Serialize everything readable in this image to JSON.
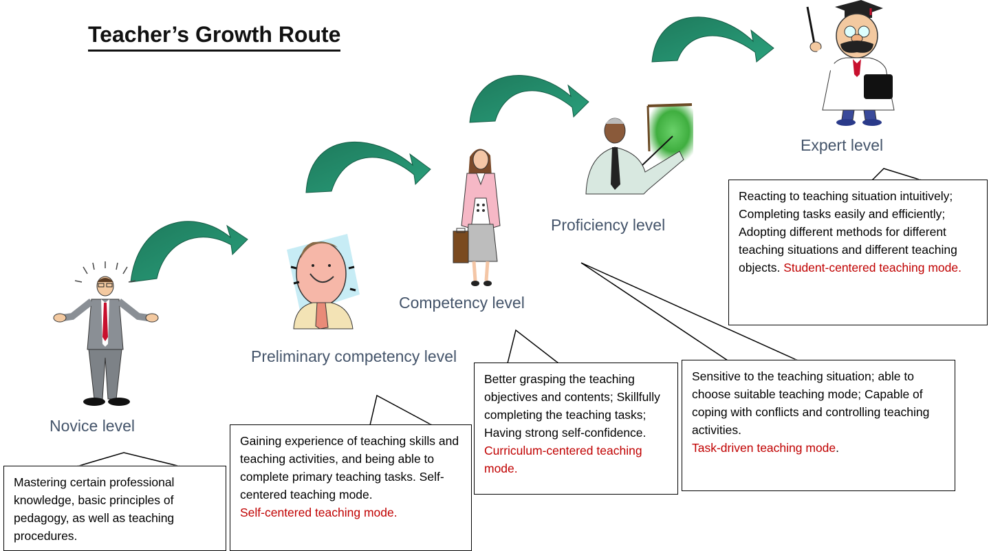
{
  "title": "Teacher’s Growth Route",
  "levels": {
    "novice": "Novice level",
    "preliminary": "Preliminary competency level",
    "competency": "Competency level",
    "proficiency": "Proficiency level",
    "expert": "Expert level"
  },
  "boxes": {
    "novice": {
      "text": "Mastering certain professional knowledge, basic principles of pedagogy, as well as teaching procedures."
    },
    "preliminary": {
      "text": "Gaining experience of teaching skills and teaching activities, and being able to complete primary teaching tasks. Self-centered teaching mode.",
      "mode": "Self-centered teaching mode."
    },
    "competency": {
      "text": "Better grasping the teaching objectives and contents; Skillfully completing the teaching tasks; Having strong self-confidence.",
      "mode": "Curriculum-centered teaching mode."
    },
    "proficiency": {
      "text": "Sensitive to the teaching situation; able to choose suitable teaching mode; Capable of coping with conflicts and controlling teaching activities.",
      "mode": "Task-driven teaching mode",
      "tail": "."
    },
    "expert": {
      "text": "Reacting to teaching situation intuitively; Completing tasks easily and efficiently; Adopting different methods for different teaching situations and different teaching objects.",
      "mode": "Student-centered teaching mode."
    }
  },
  "colors": {
    "arrow_dark": "#1e7a5c",
    "arrow_light": "#2aa07c",
    "label": "#44546a",
    "mode_text": "#c00000"
  }
}
